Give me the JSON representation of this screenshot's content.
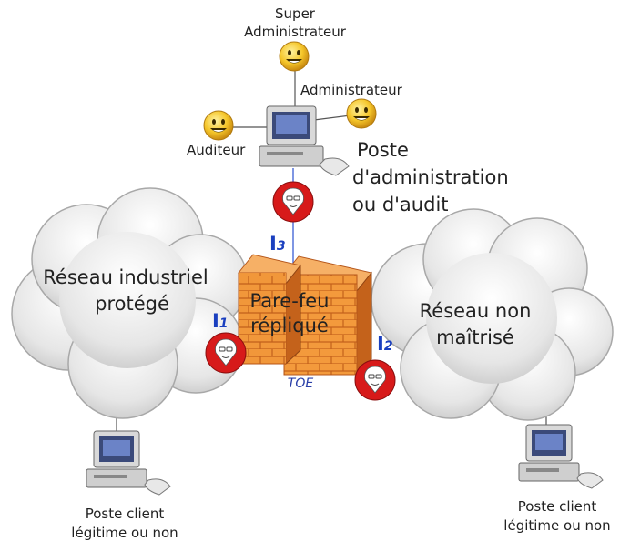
{
  "roles": {
    "super_admin_line1": "Super",
    "super_admin_line2": "Administrateur",
    "admin": "Administrateur",
    "auditor": "Auditeur"
  },
  "admin_station": {
    "line1": "Poste",
    "line2": "d'administration",
    "line3": "ou d'audit"
  },
  "networks": {
    "protected_line1": "Réseau industriel",
    "protected_line2": "protégé",
    "untrusted_line1": "Réseau non",
    "untrusted_line2": "maîtrisé"
  },
  "firewall": {
    "line1": "Pare-feu",
    "line2": "répliqué",
    "toe_label": "TOE"
  },
  "interfaces": {
    "i1_letter": "I",
    "i1_num": "1",
    "i2_letter": "I",
    "i2_num": "2",
    "i3_letter": "I",
    "i3_num": "3"
  },
  "clients": {
    "left_line1": "Poste client",
    "left_line2": "légitime ou non",
    "right_line1": "Poste client",
    "right_line2": "légitime ou non"
  },
  "colors": {
    "cloud": "#e9e9e9",
    "brick": "#f08a2c",
    "interface_red": "#d71a1a",
    "interface_label": "#1a3fbf",
    "link": "#2a4fd0"
  }
}
